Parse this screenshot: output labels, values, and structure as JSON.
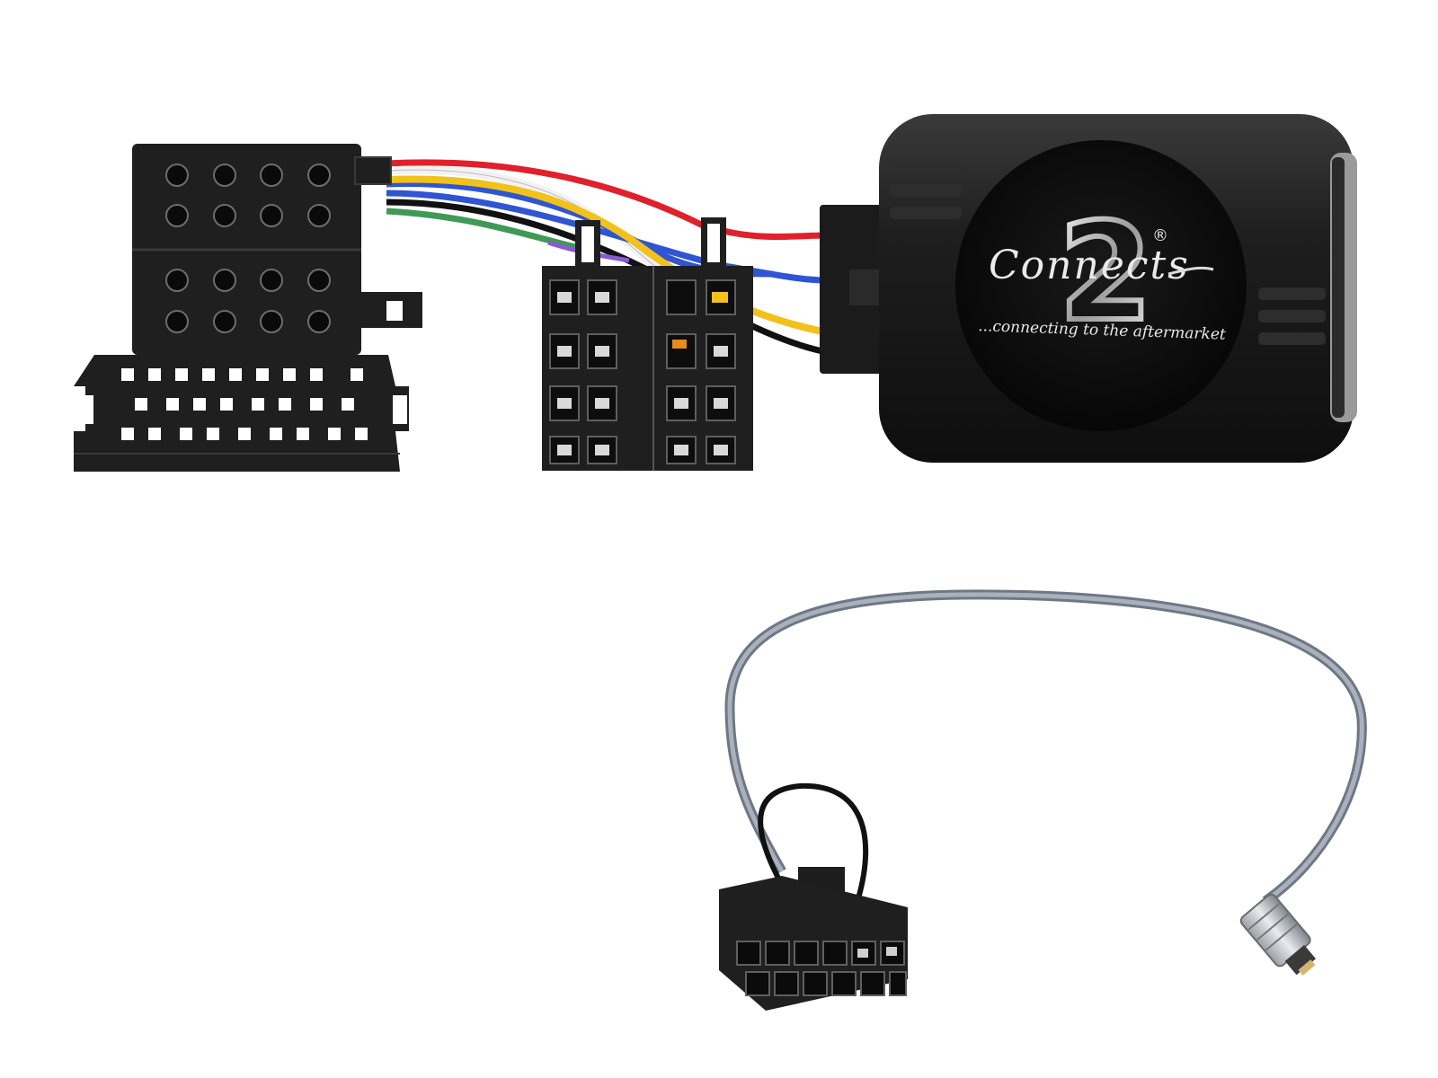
{
  "product": {
    "brand_name": "Connects",
    "brand_numeral": "2",
    "registered_mark": "®",
    "tagline": "...connecting to the aftermarket"
  },
  "colors": {
    "background": "#ffffff",
    "housing": "#1b1b1b",
    "connector": "#1f1f1f",
    "badge_silver": "#d9d9d9",
    "wire_red": "#e0202a",
    "wire_blue": "#2f55d4",
    "wire_yellow": "#f2c21a",
    "wire_green": "#3f9a55",
    "wire_white": "#f2f2f2",
    "wire_black": "#111111",
    "wire_orange": "#e88a1c",
    "antenna_cable": "#8d97a6"
  },
  "icons": {
    "quadlock_connector": "quadlock-connector-icon",
    "iso_connector": "iso-connector-icon",
    "interface_box": "interface-box-icon",
    "patch_lead_connector": "patch-lead-connector-icon",
    "antenna_plug": "antenna-plug-icon"
  }
}
